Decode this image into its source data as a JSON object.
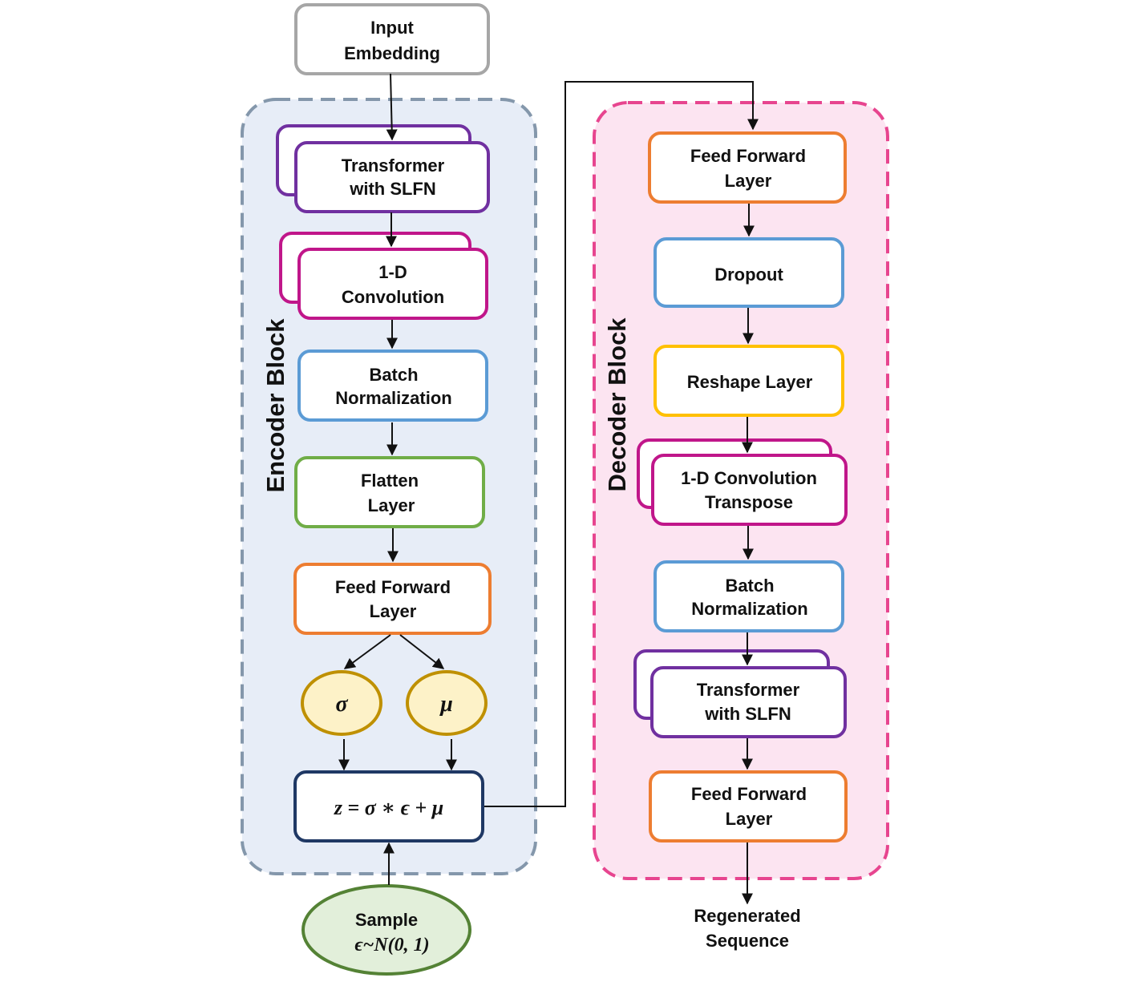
{
  "colors": {
    "encoder_bg": "#e7edf7",
    "encoder_border": "#8497ab",
    "decoder_bg": "#fce4f1",
    "decoder_border": "#e7458f",
    "input_border": "#a6a6a6",
    "transformer": "#7030a0",
    "convolution": "#c0168a",
    "batchnorm": "#5b9bd5",
    "flatten": "#70ad47",
    "feedforward": "#ed7d31",
    "param_fill": "#fdf2c8",
    "param_border": "#bf9000",
    "reparam_border": "#1f3864",
    "sample_fill": "#e2efda",
    "sample_border": "#548235",
    "dropout": "#5b9bd5",
    "reshape": "#ffc000"
  },
  "input": {
    "line1": "Input",
    "line2": "Embedding"
  },
  "encoder": {
    "title": "Encoder Block",
    "transformer": {
      "line1": "Transformer",
      "line2": "with SLFN"
    },
    "conv": {
      "line1": "1-D",
      "line2": "Convolution"
    },
    "batchnorm": {
      "line1": "Batch",
      "line2": "Normalization"
    },
    "flatten": {
      "line1": "Flatten",
      "line2": "Layer"
    },
    "feedforward": {
      "line1": "Feed Forward",
      "line2": "Layer"
    },
    "sigma": "σ",
    "mu": "μ",
    "reparam": "z = σ ∗ ϵ + μ"
  },
  "sample": {
    "line1": "Sample",
    "line2": "ϵ~N(0, 1)"
  },
  "decoder": {
    "title": "Decoder Block",
    "feedforward_top": {
      "line1": "Feed Forward",
      "line2": "Layer"
    },
    "dropout": "Dropout",
    "reshape": "Reshape Layer",
    "conv_transpose": {
      "line1": "1-D Convolution",
      "line2": "Transpose"
    },
    "batchnorm": {
      "line1": "Batch",
      "line2": "Normalization"
    },
    "transformer": {
      "line1": "Transformer",
      "line2": "with SLFN"
    },
    "feedforward_bottom": {
      "line1": "Feed Forward",
      "line2": "Layer"
    }
  },
  "output": {
    "line1": "Regenerated",
    "line2": "Sequence"
  }
}
